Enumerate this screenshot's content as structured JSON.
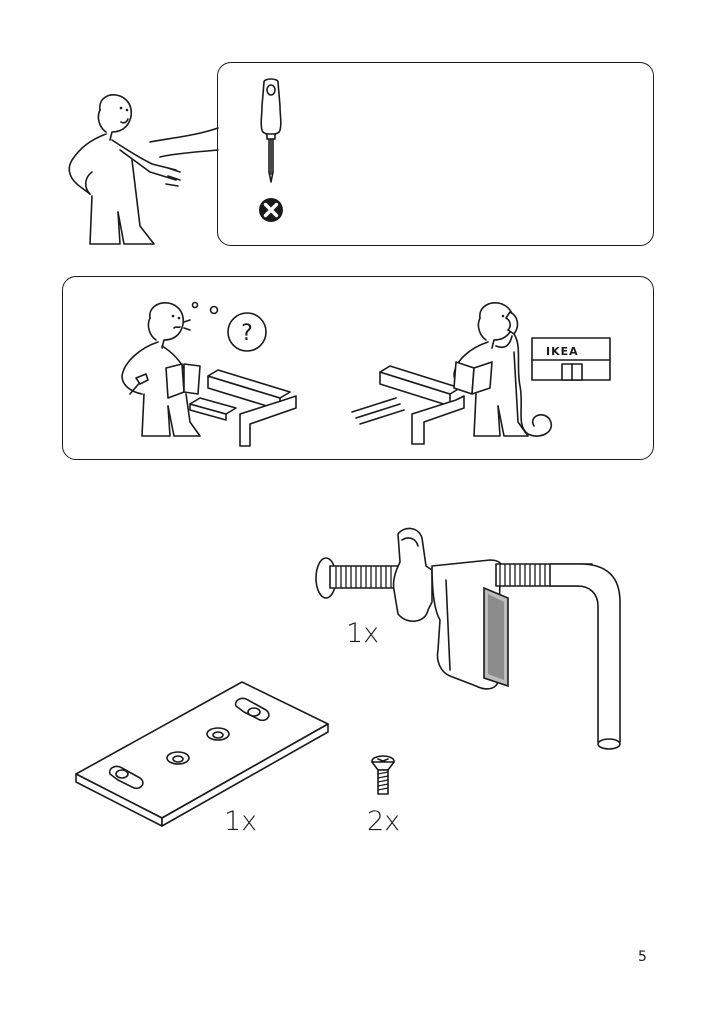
{
  "quantities": {
    "clamp": "1x",
    "plate": "1x",
    "screw": "2x"
  },
  "help_panel": {
    "store_sign": "IKEA"
  },
  "page": {
    "number": "5"
  },
  "icons": {
    "tool": "screwdriver-icon",
    "not_allowed": "cross-circle-icon",
    "question": "question-bubble-icon"
  }
}
